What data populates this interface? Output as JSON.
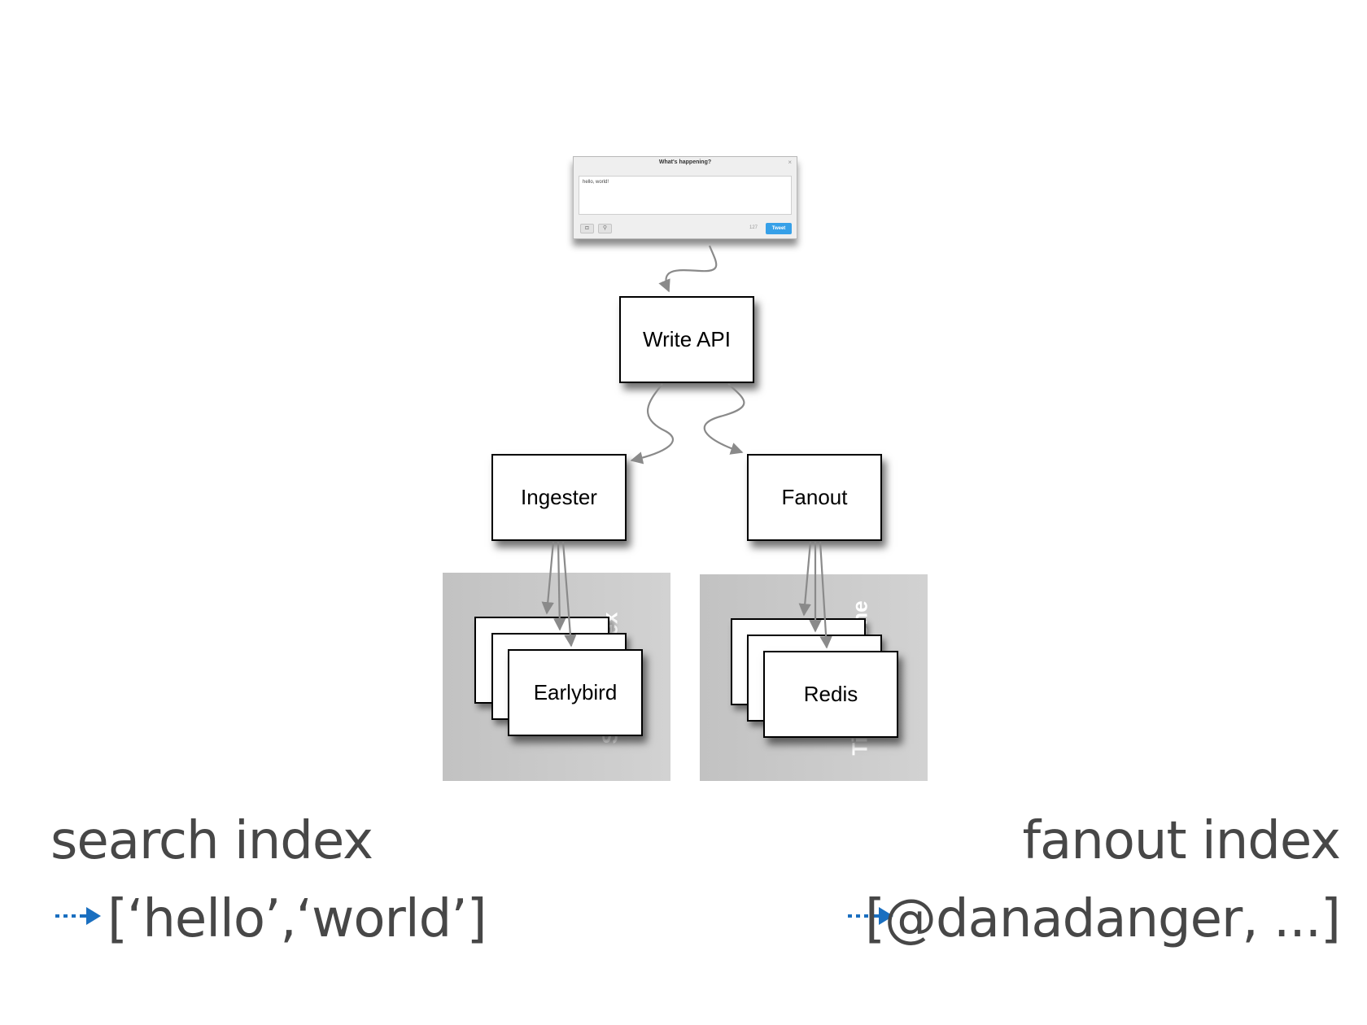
{
  "tweet_dialog": {
    "title": "What's happening?",
    "close": "×",
    "text": "hello, world!",
    "char_count": "127",
    "button_label": "Tweet"
  },
  "nodes": {
    "write_api": "Write API",
    "ingester": "Ingester",
    "fanout": "Fanout",
    "earlybird": "Earlybird",
    "redis": "Redis"
  },
  "panels": {
    "search": "Search Index",
    "timeline": "Timeline Cache"
  },
  "captions": {
    "left_title": "search index",
    "left_value": "[‘hello’,‘world’]",
    "right_title": "fanout index",
    "right_value": "[@danadanger, ...]"
  },
  "colors": {
    "accent_arrow": "#1a6fc0",
    "tweet_button": "#36a0e8"
  }
}
